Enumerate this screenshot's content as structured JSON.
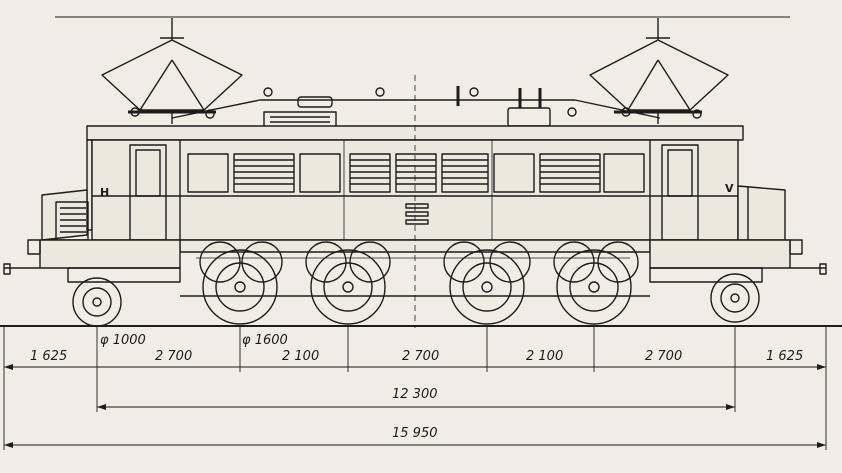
{
  "colors": {
    "paper": "#f1ede4",
    "ink": "#1c1c1c",
    "body_fill": "#ece8de"
  },
  "end_markings": {
    "left": "H",
    "right": "V"
  },
  "wheel_labels": {
    "carrying": "φ 1000",
    "driving": "φ 1600"
  },
  "dimensions": {
    "segments": [
      "1 625",
      "2 700",
      "2 100",
      "2 700",
      "2 100",
      "2 700",
      "1 625"
    ],
    "wheelbase": "12 300",
    "overall": "15 950"
  }
}
